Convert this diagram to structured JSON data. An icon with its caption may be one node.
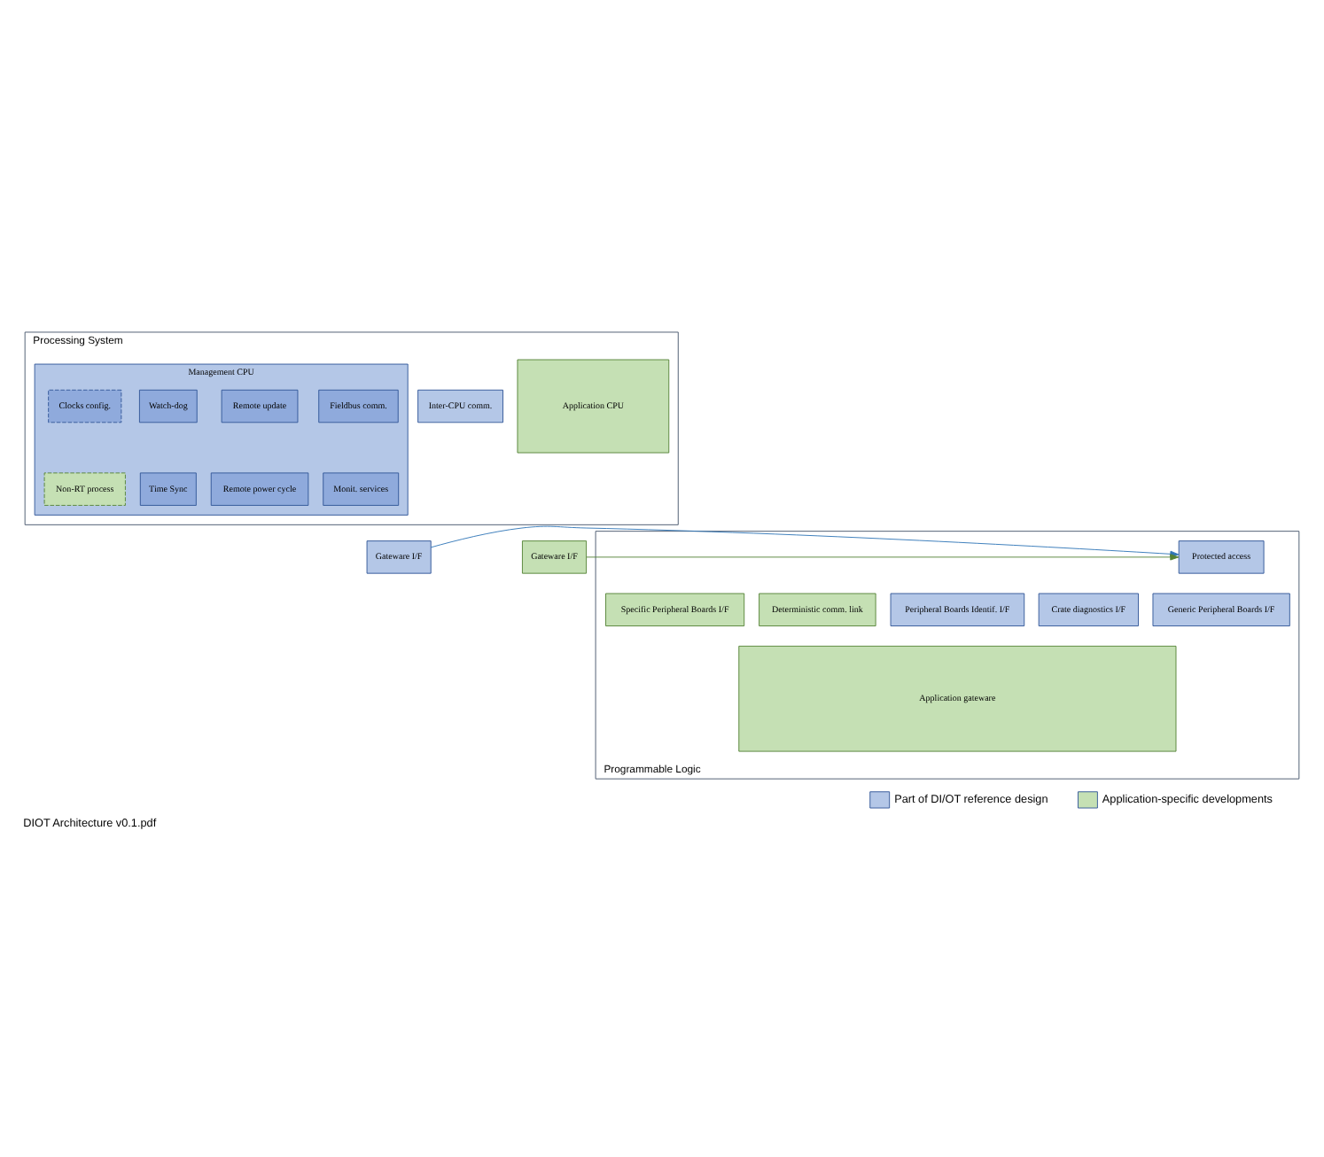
{
  "diagram": {
    "caption": "DIOT Architecture v0.1.pdf",
    "nodes": [
      {
        "text": [
          "Processing System"
        ]
      },
      {
        "text": [
          "Management CPU"
        ],
        "in": 0
      },
      {
        "text": [
          "Fieldbus comm."
        ],
        "in": 1
      },
      {
        "text": [
          "Remote update"
        ],
        "in": 1
      },
      {
        "text": [
          "Watch-dog"
        ],
        "in": 1
      },
      {
        "text": [
          "Clocks config."
        ],
        "in": 1
      },
      {
        "text": [
          "Monit. services"
        ],
        "in": 1
      },
      {
        "text": [
          "Remote power cycle"
        ],
        "in": 1
      },
      {
        "text": [
          "Time Sync"
        ],
        "in": 1
      },
      {
        "text": [
          "Non-RT process"
        ],
        "in": 1
      },
      {
        "text": [
          "Inter-CPU comm."
        ],
        "in": 0
      },
      {
        "text": [
          "Application CPU"
        ],
        "in": 0
      },
      {
        "text": [
          "Programmable Logic"
        ]
      },
      {
        "text": [
          "Gateware I/F"
        ]
      },
      {
        "text": [
          "Gateware I/F"
        ]
      },
      {
        "text": [
          "Protected access"
        ],
        "in": 12
      },
      {
        "text": [
          "Generic Peripheral Boards I/F"
        ],
        "in": 12
      },
      {
        "text": [
          "Crate diagnostics I/F"
        ],
        "in": 12
      },
      {
        "text": [
          "Peripheral Boards Identif. I/F"
        ],
        "in": 12
      },
      {
        "text": [
          "Deterministic comm. link"
        ],
        "in": 12
      },
      {
        "text": [
          "Specific Peripheral Boards I/F"
        ],
        "in": 12
      },
      {
        "text": [
          "Application gateware"
        ],
        "in": 12
      }
    ],
    "edges": [
      {
        "from": 13,
        "to": 15,
        "arrow": "to",
        "color": "#2e75b6"
      },
      {
        "from": 14,
        "to": 15,
        "arrow": "to",
        "color": "#548235"
      }
    ],
    "legend": [
      {
        "text": "Part of DI/OT reference design",
        "color": "#b4c7e7"
      },
      {
        "text": "Application-specific developments",
        "color": "#c5e0b4"
      }
    ]
  }
}
